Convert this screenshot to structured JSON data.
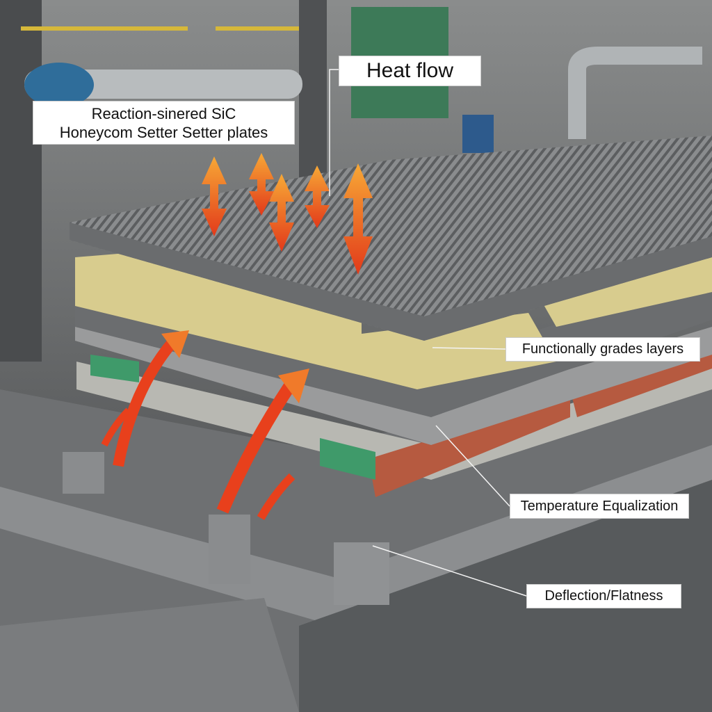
{
  "labels": {
    "heat_flow": "Heat flow",
    "sic_line1": "Reaction-sinered SiC",
    "sic_line2": "Honeycom Setter Setter plates",
    "functional_layers": "Functionally grades layers",
    "temperature_equalization": "Temperature Equalization",
    "deflection": "Deflection/Flatness"
  },
  "colors": {
    "arrow_hot": "#e8401c",
    "arrow_warm": "#f5a030",
    "plate_gray": "#7c7e80",
    "layer_yellow": "#d8cc8e",
    "layer_red": "#b65a40",
    "layer_green": "#3f9a6a"
  }
}
